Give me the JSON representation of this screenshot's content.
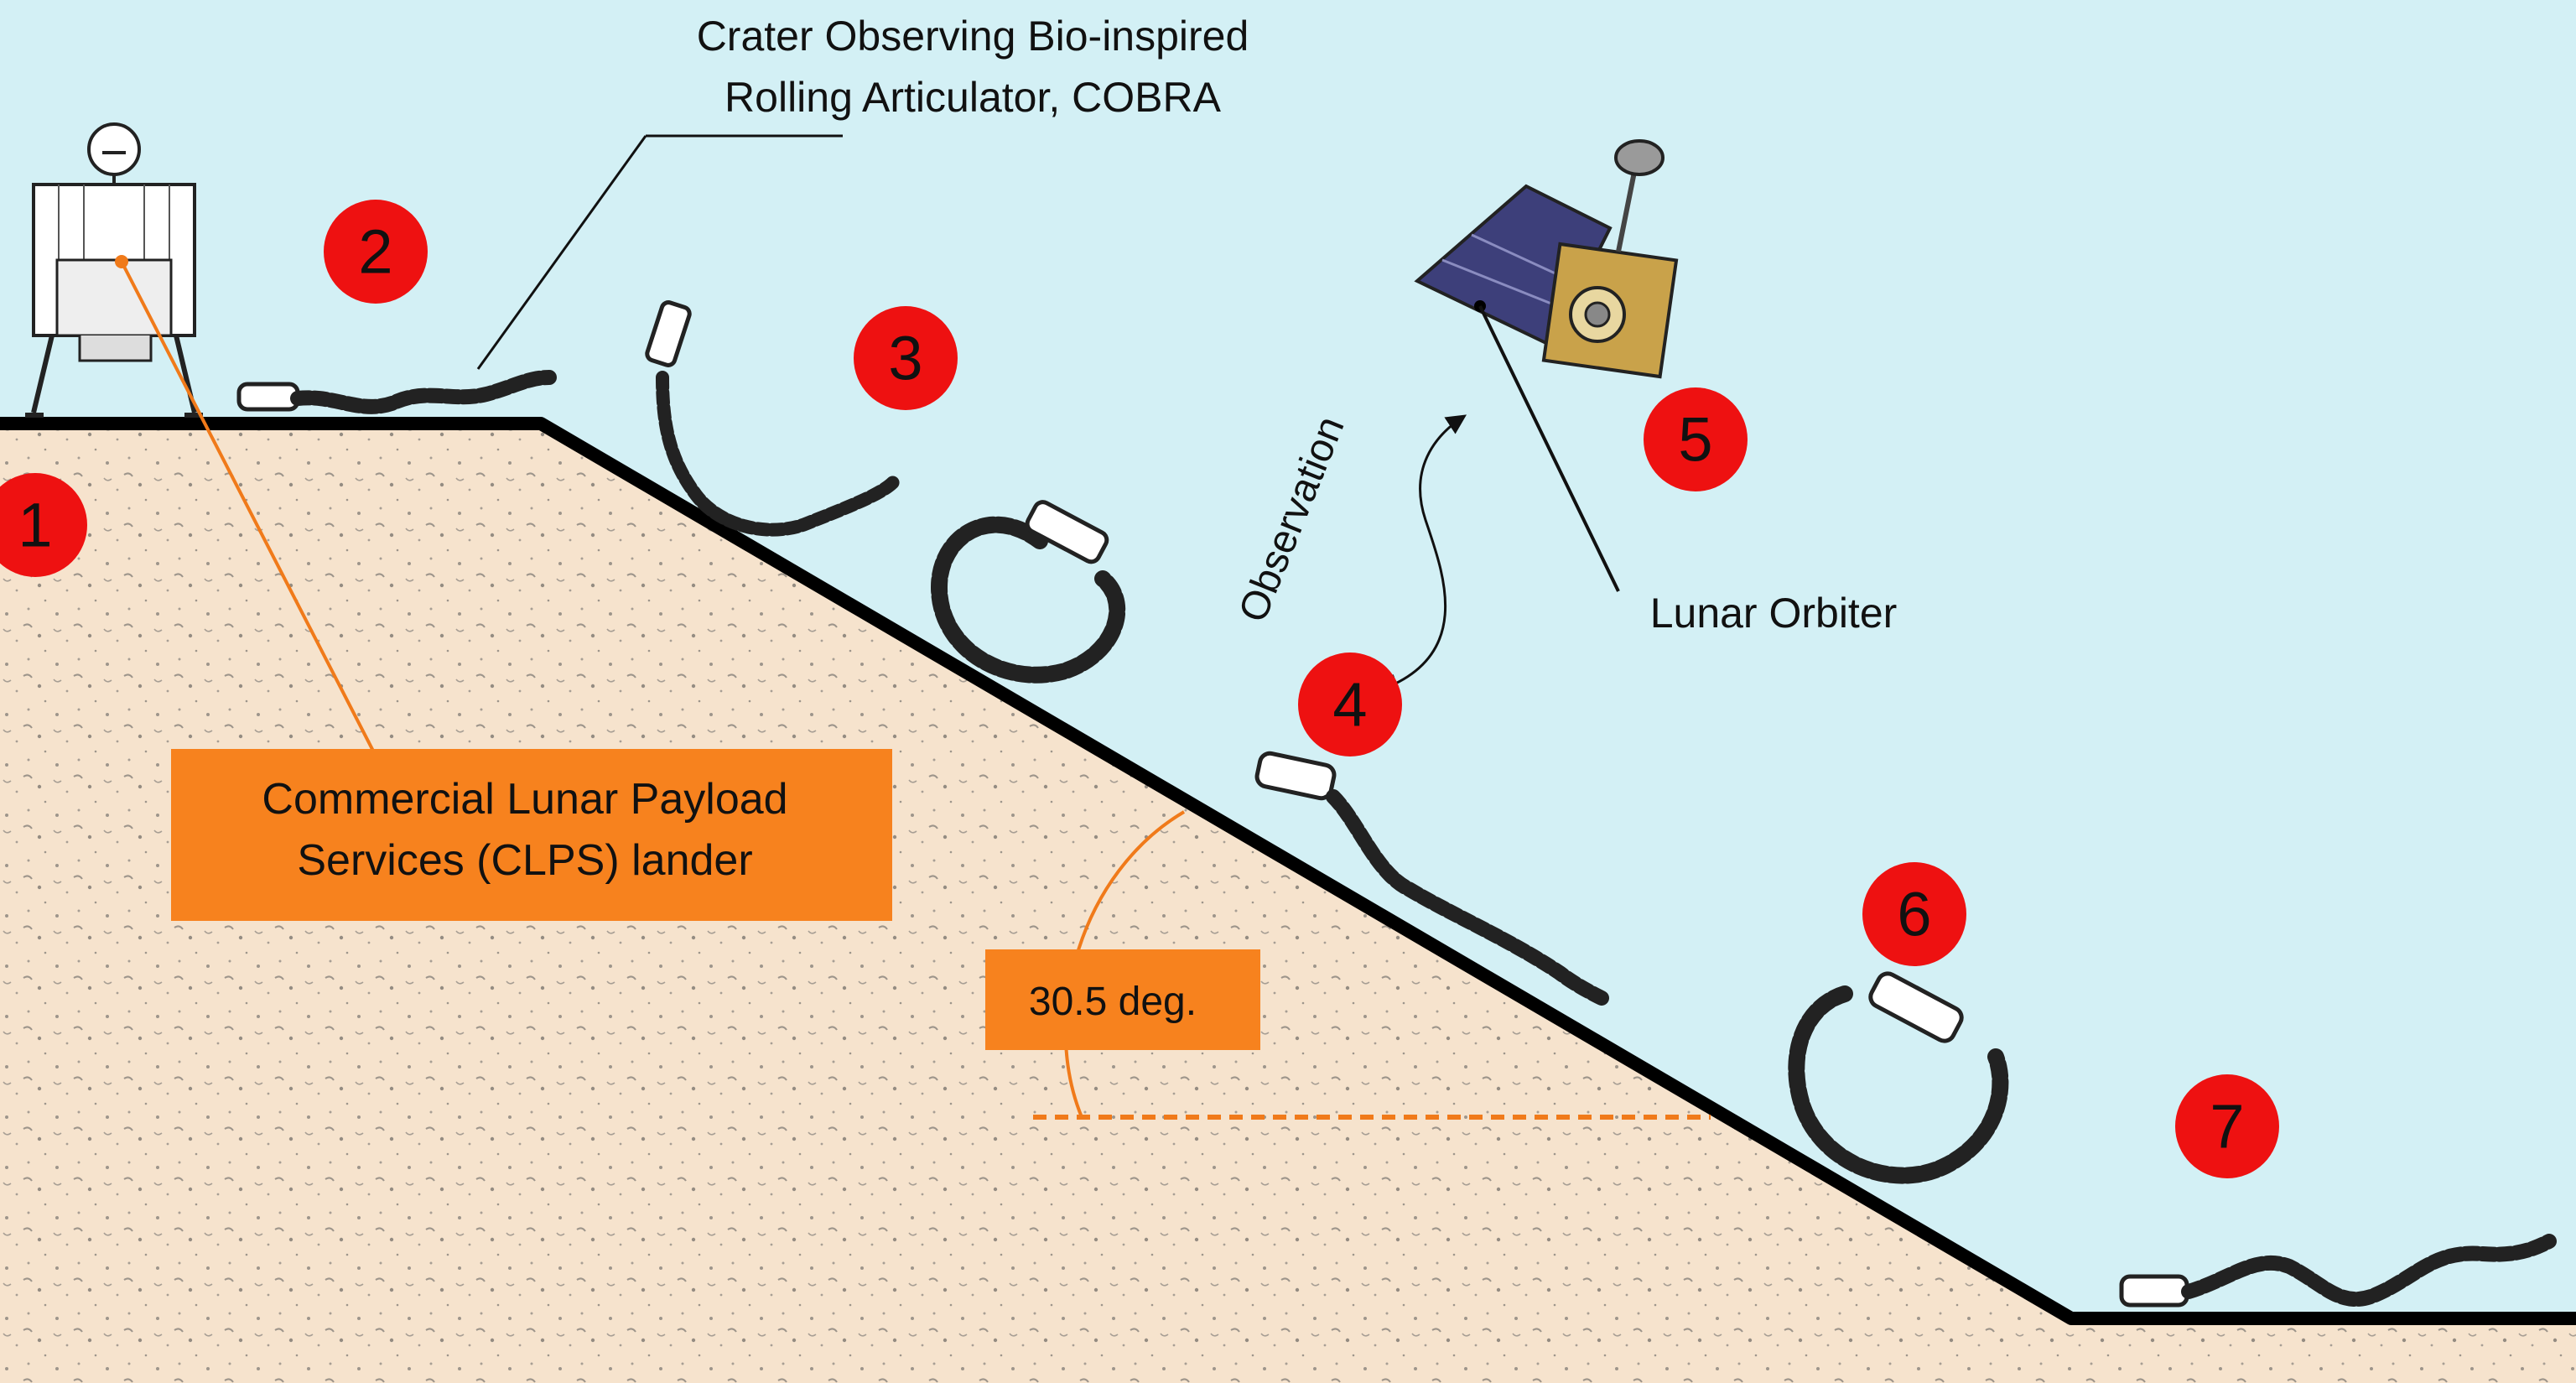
{
  "labels": {
    "cobra_line1": "Crater Observing Bio-inspired",
    "cobra_line2": "Rolling Articulator, COBRA",
    "lander_line1": "Commercial Lunar Payload",
    "lander_line2": "Services (CLPS) lander",
    "angle": "30.5 deg.",
    "observation": "Observation",
    "orbiter": "Lunar Orbiter"
  },
  "steps": [
    "1",
    "2",
    "3",
    "4",
    "5",
    "6",
    "7"
  ],
  "colors": {
    "sky": "#d3f0f5",
    "ground": "#f6e3cd",
    "surface_line": "#000000",
    "step_marker": "#ee1111",
    "callout_box": "#f7821e",
    "leader_line": "#f07a1a",
    "solar_panel": "#3d3f7a",
    "orbiter_body": "#c9a24a"
  },
  "icons": {
    "lander": "lander-icon",
    "orbiter": "lunar-orbiter-icon",
    "robot": "cobra-robot-icon"
  }
}
